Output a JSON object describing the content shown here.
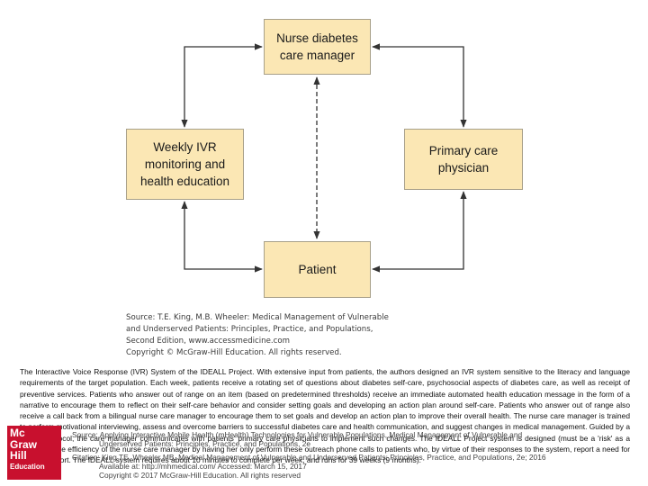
{
  "diagram": {
    "nodes": {
      "top": "Nurse diabetes\ncare manager",
      "left": "Weekly IVR\nmonitoring and\nhealth education",
      "right": "Primary care\nphysician",
      "bottom": "Patient"
    },
    "edges": [
      {
        "from": "top",
        "to": "left",
        "style": "solid",
        "arrow": "both"
      },
      {
        "from": "top",
        "to": "right",
        "style": "solid",
        "arrow": "both"
      },
      {
        "from": "left",
        "to": "bottom",
        "style": "solid",
        "arrow": "both"
      },
      {
        "from": "right",
        "to": "bottom",
        "style": "solid",
        "arrow": "both"
      },
      {
        "from": "top",
        "to": "bottom",
        "style": "dashed",
        "arrow": "both"
      }
    ],
    "colors": {
      "node_fill": "#fbe7b4",
      "node_border": "#a8a08a",
      "edge": "#333333"
    }
  },
  "credit": {
    "line1": "Source: T.E. King, M.B. Wheeler: Medical Management of Vulnerable",
    "line2": "and Underserved Patients: Principles, Practice, and Populations,",
    "line3": "Second Edition, www.accessmedicine.com",
    "line4": "Copyright © McGraw-Hill Education. All rights reserved."
  },
  "caption": "The Interactive Voice Response (IVR) System of the IDEALL Project. With extensive input from patients, the authors designed an IVR system sensitive to the literacy and language requirements of the target population. Each week, patients receive a rotating set of questions about diabetes self-care, psychosocial aspects of diabetes care, as well as receipt of preventive services. Patients who answer out of range on an item (based on predetermined thresholds) receive an immediate automated health education message in the form of a narrative to encourage them to reflect on their self-care behavior and consider setting goals and developing an action plan around self-care. Patients who answer out of range also receive a call back from a bilingual nurse care manager to encourage them to set goals and develop an action plan to improve their overall health. The nurse care manager is trained to perform motivational interviewing, assess and overcome barriers to successful diabetes care and health communication, and suggest changes in medical management. Guided by a clinical protocol, the care manager communicates with patients' primary care physicians to implement such changes. The IDEALL Project system is designed (must be a 'risk' as a 'radical' in the efficiency of the nurse care manager by having her only perform these outreach phone calls to patients who, by virtue of their responses to the system, report a need for further support. The IDEALL system requires about 10 minutes to complete per week, and runs for 39 weeks (9 months).",
  "overlay": {
    "source_line1": "Source: Applying Interactive Mobile Health (mHealth) Technologies for Vulnerable Populations, Medical Management of Vulnerable and",
    "source_line2": "Underserved Patients: Principles, Practice, and Populations, 2e",
    "citation": "Citation: King TE, Wheeler MB. Medical Management of Vulnerable and Underserved Patients: Principles, Practice, and Populations, 2e; 2016",
    "available": "Available at: http://mhmedical.com/ Accessed: March 15, 2017",
    "copyright": "Copyright © 2017 McGraw-Hill Education. All rights reserved"
  },
  "logo": {
    "line1": "Mc",
    "line2": "Graw",
    "line3": "Hill",
    "line4": "Education"
  }
}
